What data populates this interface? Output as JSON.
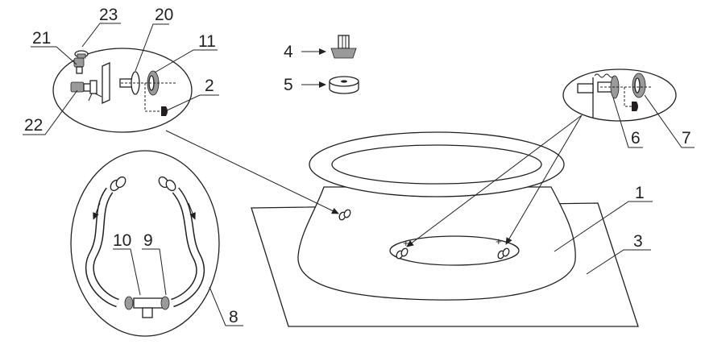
{
  "labels": {
    "l1": "1",
    "l2": "2",
    "l3": "3",
    "l4": "4",
    "l5": "5",
    "l6": "6",
    "l7": "7",
    "l8": "8",
    "l9": "9",
    "l10": "10",
    "l11": "11",
    "l20": "20",
    "l21": "21",
    "l22": "22",
    "l23": "23",
    "plus": "+"
  },
  "colors": {
    "line": "#231f20",
    "part_fill": "#9a9a9a",
    "background": "#ffffff"
  }
}
